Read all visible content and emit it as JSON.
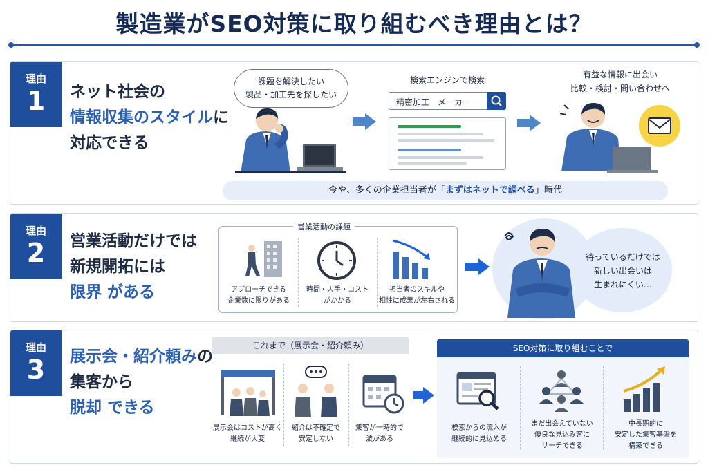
{
  "title": "製造業がSEO対策に取り組むべき理由とは？",
  "colors": {
    "navy": "#1f4f9c",
    "accent_text": "#2a5fb2",
    "arrow": "#4f86c8",
    "strong_arrow": "#1f63d6",
    "highlight_yellow": "#f7d345"
  },
  "reason1": {
    "badge_label": "理由",
    "badge_number": "1",
    "heading_line1": "ネット社会の",
    "heading_line2_accent": "情報収集のスタイル",
    "heading_line2_rest": "に",
    "heading_line3": "対応できる",
    "thought_line1": "課題を解決したい",
    "thought_line2": "製品・加工先を探したい",
    "search_caption": "検索エンジンで検索",
    "search_query": "精密加工　メーカー",
    "result_line1": "有益な情報に出会い",
    "result_line2": "比較・検討・問い合わせへ",
    "banner_pre": "今や、多くの企業担当者が「",
    "banner_bold": "まずはネットで調べる",
    "banner_post": "」時代",
    "icons": [
      "thinking-person-icon",
      "laptop-icon",
      "search-icon",
      "happy-businessman-icon",
      "mail-icon"
    ]
  },
  "reason2": {
    "badge_label": "理由",
    "badge_number": "2",
    "heading_line1": "営業活動だけでは",
    "heading_line2": "新規開拓には",
    "heading_line3_accent": "限界",
    "heading_line3_rest": " がある",
    "box_title": "営業活動の課題",
    "issue1_line1": "アプローチできる",
    "issue1_line2": "企業数に限りがある",
    "issue2_line1": "時間・人手・コスト",
    "issue2_line2": "がかかる",
    "issue3_line1": "担当者のスキルや",
    "issue3_line2": "相性に成果が左右される",
    "bubble_line1": "待っているだけでは",
    "bubble_line2": "新しい出会いは",
    "bubble_line3": "生まれにくい…",
    "icons": [
      "walking-person-building-icon",
      "clock-icon",
      "declining-chart-icon",
      "worried-businessman-icon"
    ]
  },
  "reason3": {
    "badge_label": "理由",
    "badge_number": "3",
    "heading_line1_accent": "展示会・紹介頼み",
    "heading_line1_rest": "の",
    "heading_line2": "集客から",
    "heading_line3_accent": "脱却",
    "heading_line3_rest": " できる",
    "before_title": "これまで（展示会・紹介頼み）",
    "before1_line1": "展示会はコストが高く",
    "before1_line2": "継続が大変",
    "before2_line1": "紹介は不確定で",
    "before2_line2": "安定しない",
    "before3_line1": "集客が一時的で",
    "before3_line2": "波がある",
    "after_title": "SEO対策に取り組むことで",
    "after1_line1": "検索からの流入が",
    "after1_line2": "継続的に見込める",
    "after2_line1": "まだ出会えていない",
    "after2_line2": "優良な見込み客に",
    "after2_line3": "リーチできる",
    "after3_line1": "中長期的に",
    "after3_line2": "安定した集客基盤を",
    "after3_line3": "構築できる",
    "icons": [
      "exhibition-booth-icon",
      "referral-people-icon",
      "calendar-clock-icon",
      "web-search-icon",
      "network-people-icon",
      "growth-chart-icon"
    ]
  }
}
